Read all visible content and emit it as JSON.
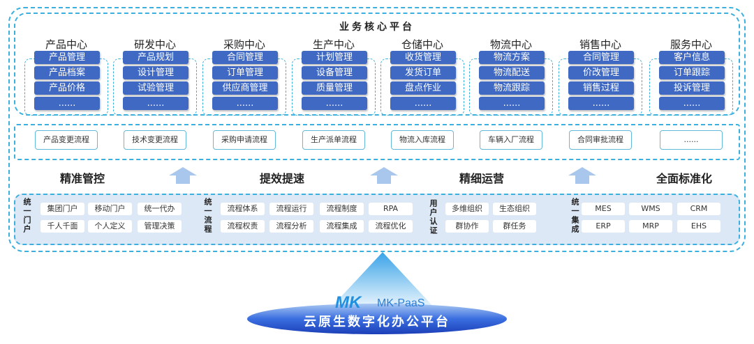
{
  "title": "业务核心平台",
  "centers": [
    {
      "name": "产品中心",
      "items": [
        "产品管理",
        "产品档案",
        "产品价格",
        "......"
      ]
    },
    {
      "name": "研发中心",
      "items": [
        "产品规划",
        "设计管理",
        "试验管理",
        "......"
      ]
    },
    {
      "name": "采购中心",
      "items": [
        "合同管理",
        "订单管理",
        "供应商管理",
        "......"
      ]
    },
    {
      "name": "生产中心",
      "items": [
        "计划管理",
        "设备管理",
        "质量管理",
        "......"
      ]
    },
    {
      "name": "仓储中心",
      "items": [
        "收货管理",
        "发货订单",
        "盘点作业",
        "......"
      ]
    },
    {
      "name": "物流中心",
      "items": [
        "物流方案",
        "物流配送",
        "物流跟踪",
        "......"
      ]
    },
    {
      "name": "销售中心",
      "items": [
        "合同管理",
        "价改管理",
        "销售过程",
        "......"
      ]
    },
    {
      "name": "服务中心",
      "items": [
        "客户信息",
        "订单跟踪",
        "投诉管理",
        "......"
      ]
    }
  ],
  "processes": [
    "产品变更流程",
    "技术变更流程",
    "采购申请流程",
    "生产派单流程",
    "物流入库流程",
    "车辆入厂流程",
    "合同审批流程",
    "......"
  ],
  "goals": [
    "精准管控",
    "提效提速",
    "精细运营",
    "全面标准化"
  ],
  "groups": [
    {
      "label": "统一门户",
      "chips": [
        "集团门户",
        "移动门户",
        "统一代办",
        "千人千面",
        "个人定义",
        "管理决策"
      ]
    },
    {
      "label": "统一流程",
      "chips": [
        "流程体系",
        "流程运行",
        "流程制度",
        "RPA",
        "流程权责",
        "流程分析",
        "流程集成",
        "流程优化"
      ]
    },
    {
      "label": "用户认证",
      "chips": [
        "多维组织",
        "生态组织",
        "群协作",
        "群任务"
      ]
    },
    {
      "label": "统一集成",
      "chips": [
        "MES",
        "WMS",
        "CRM",
        "ERP",
        "MRP",
        "EHS"
      ]
    }
  ],
  "platform": {
    "logo": "MK",
    "product": "MK-PaaS",
    "name": "云原生数字化办公平台"
  },
  "colors": {
    "accent": "#3bb0de",
    "bar": "#3f69c3",
    "panel": "#dde8f6"
  }
}
